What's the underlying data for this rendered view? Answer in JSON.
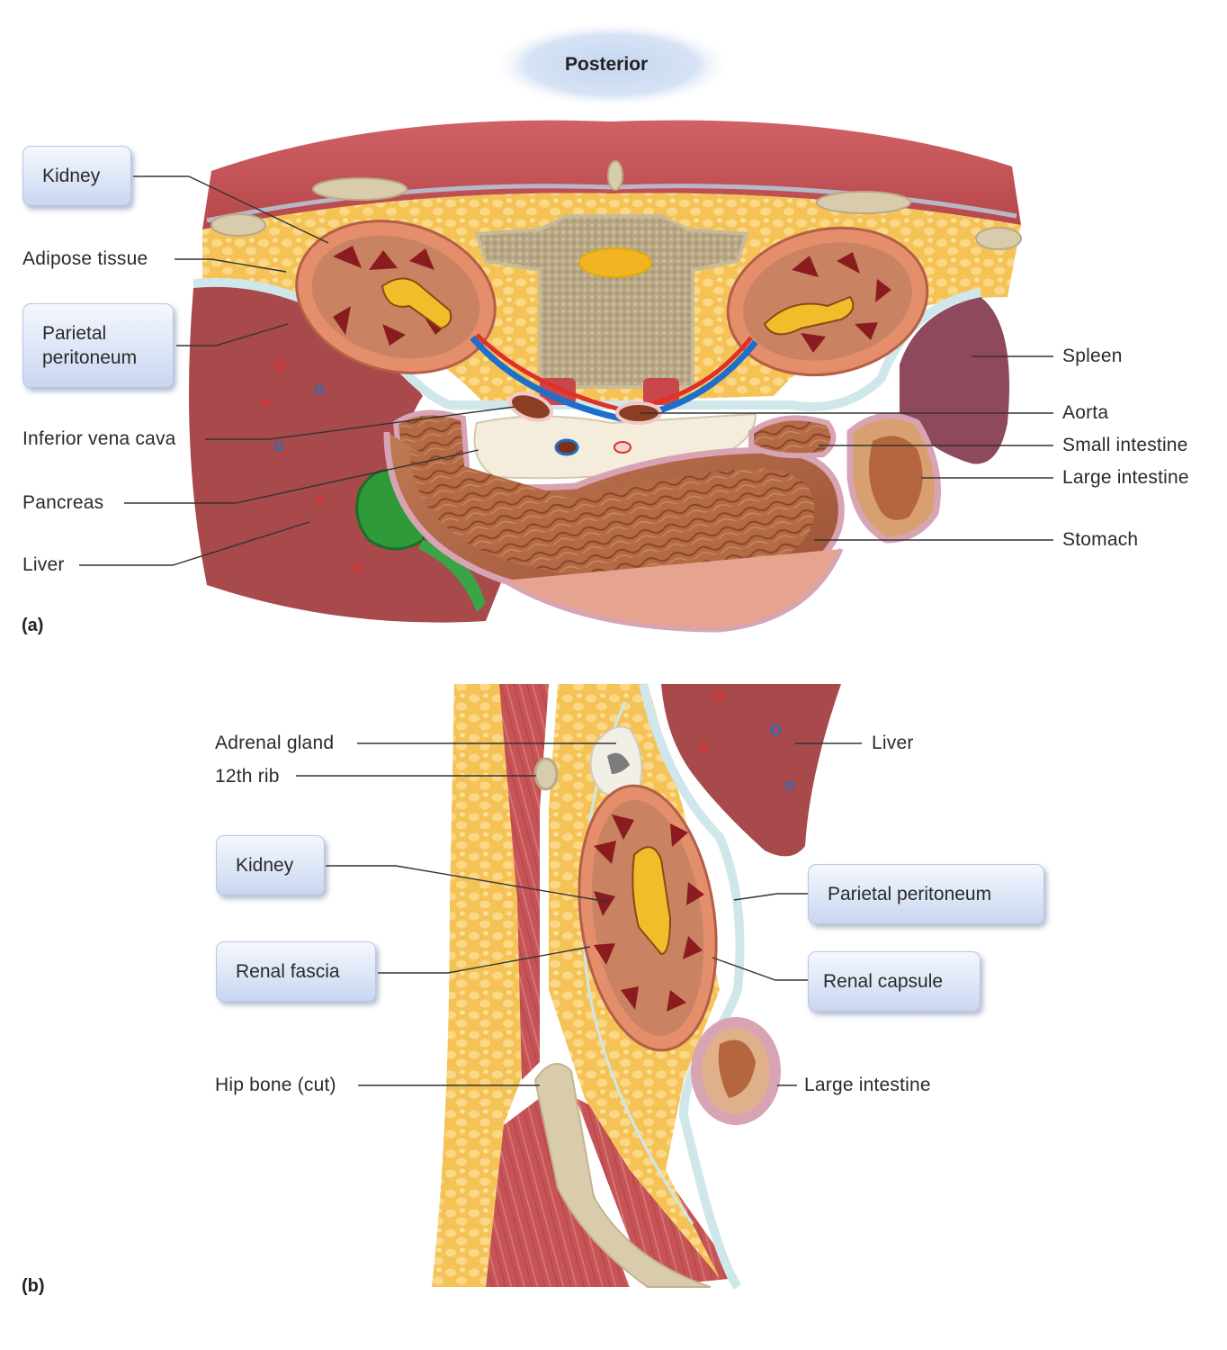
{
  "orientation": "Posterior",
  "panels": {
    "a": "(a)",
    "b": "(b)"
  },
  "panel_a": {
    "kidney": "Kidney",
    "adipose": "Adipose tissue",
    "parietal_peritoneum": "Parietal peritoneum",
    "ivc": "Inferior vena cava",
    "pancreas": "Pancreas",
    "liver": "Liver",
    "spleen": "Spleen",
    "aorta": "Aorta",
    "small_intestine": "Small intestine",
    "large_intestine": "Large intestine",
    "stomach": "Stomach"
  },
  "panel_b": {
    "adrenal": "Adrenal gland",
    "rib": "12th rib",
    "kidney": "Kidney",
    "renal_fascia": "Renal fascia",
    "hip_bone": "Hip bone (cut)",
    "liver": "Liver",
    "parietal_peritoneum": "Parietal peritoneum",
    "renal_capsule": "Renal capsule",
    "large_intestine": "Large intestine"
  },
  "colors": {
    "muscle": "#c9575a",
    "adipose": "#f6c55a",
    "liver": "#a8494c",
    "spleen": "#8e4a5c",
    "peritoneum": "#cfe6ea",
    "bone": "#d8ccac",
    "label_box": "#dde6f7"
  }
}
